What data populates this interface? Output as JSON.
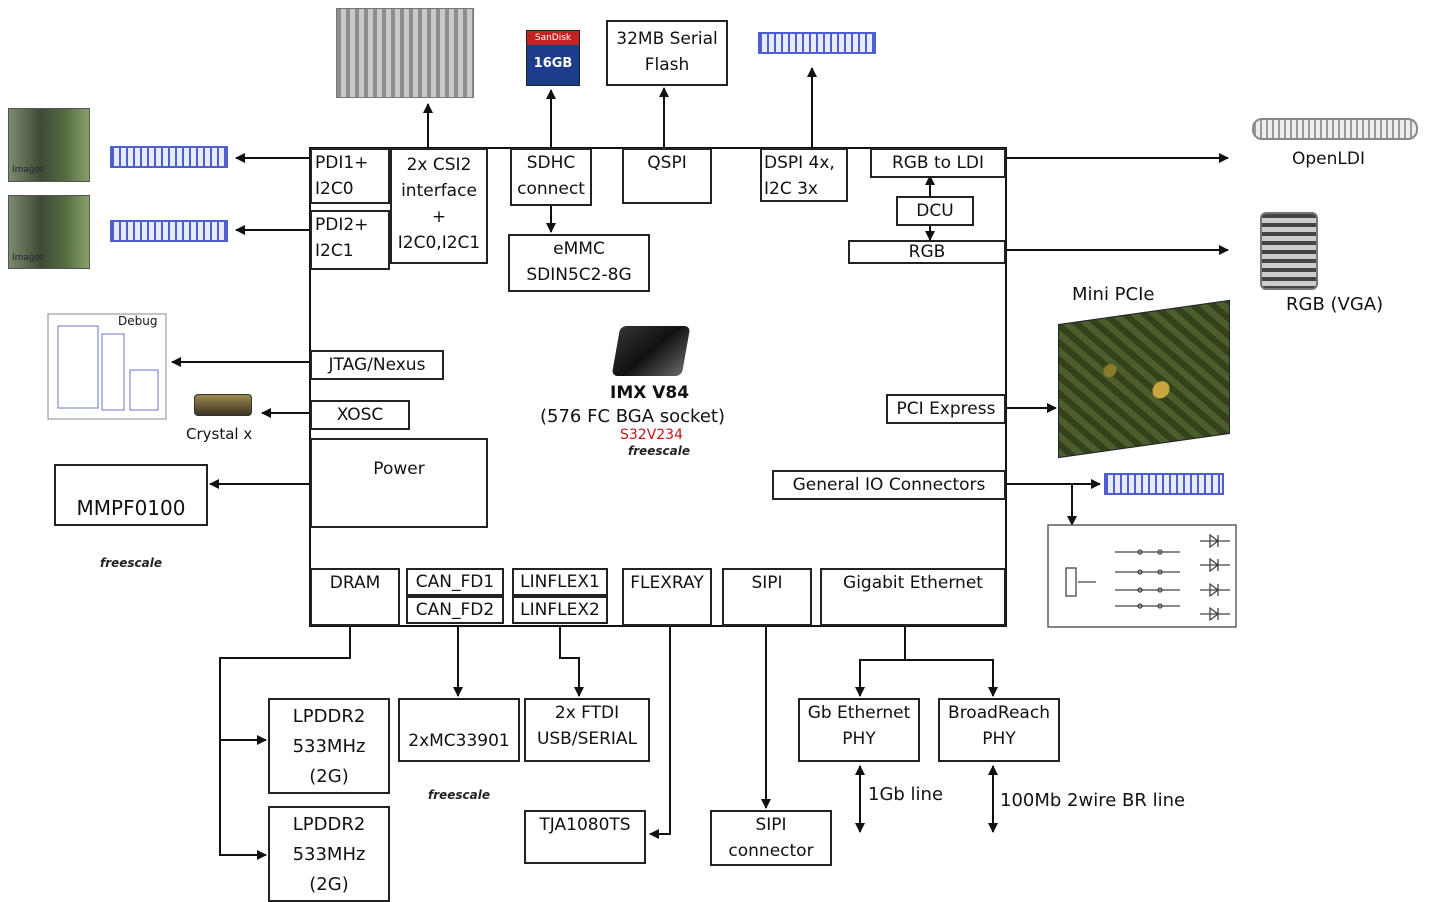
{
  "diagram": {
    "pictures": {
      "camera_top_caption": "Imager",
      "camera_bottom_caption": "Imager",
      "debug_caption": "Debug",
      "crystal_caption": "Crystal x",
      "sd_brand": "SanDisk",
      "sd_capacity": "16GB",
      "openldi_caption": "OpenLDI",
      "vga_caption": "RGB (VGA)",
      "minipcie_caption": "Mini PCIe"
    },
    "chip": {
      "name": "IMX V84",
      "package": "(576 FC BGA socket)",
      "part": "S32V234",
      "brand": "freescale"
    },
    "blocks": {
      "pdi1": "PDI1+\nI2C0",
      "pdi2": "PDI2+\nI2C1",
      "csi2": "2x CSI2\ninterface\n+\nI2C0,I2C1",
      "sdhc": "SDHC\nconnect",
      "emmc": "eMMC\nSDIN5C2-8G",
      "qspi": "QSPI",
      "dspi": "DSPI 4x,\nI2C 3x",
      "rgb_to_ldi": "RGB to LDI",
      "dcu": "DCU",
      "rgb": "RGB",
      "jtag": "JTAG/Nexus",
      "xosc": "XOSC",
      "power": "Power",
      "pci_express": "PCI Express",
      "general_io": "General IO Connectors",
      "dram": "DRAM",
      "can_fd1": "CAN_FD1",
      "can_fd2": "CAN_FD2",
      "linflex1": "LINFLEX1",
      "linflex2": "LINFLEX2",
      "flexray": "FLEXRAY",
      "sipi": "SIPI",
      "gigabit_ethernet": "Gigabit Ethernet"
    },
    "external": {
      "serial_flash": "32MB Serial\nFlash",
      "mmpf0100": "MMPF0100",
      "lpddr2_a": "LPDDR2\n533MHz\n(2G)",
      "lpddr2_b": "LPDDR2\n533MHz\n(2G)",
      "mc33901": "2xMC33901",
      "ftdi": "2x FTDI\nUSB/SERIAL",
      "tja1080ts": "TJA1080TS",
      "sipi_connector": "SIPI\nconnector",
      "gb_phy": "Gb Ethernet\nPHY",
      "broadreach_phy": "BroadReach\nPHY"
    },
    "line_labels": {
      "gb_line": "1Gb line",
      "br_line": "100Mb 2wire BR line"
    }
  }
}
